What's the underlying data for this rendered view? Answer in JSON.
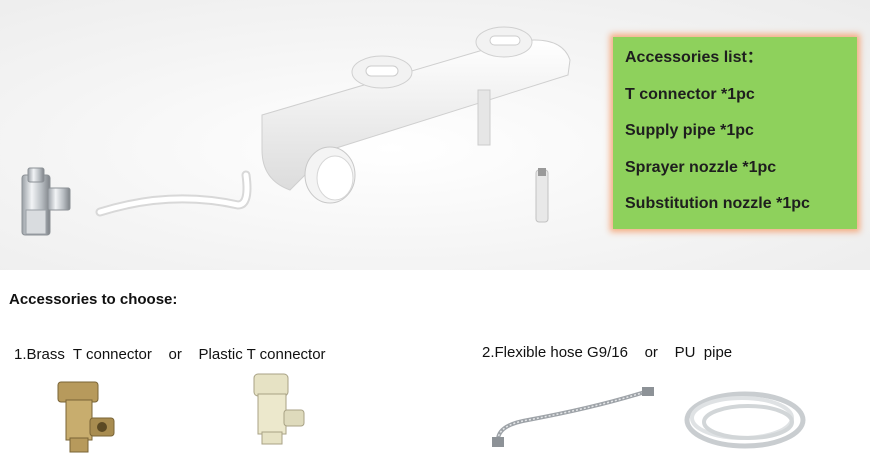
{
  "accessories_list": {
    "title": "Accessories list：",
    "items": [
      "T connector *1pc",
      "Supply pipe *1pc",
      "Sprayer nozzle *1pc",
      "Substitution nozzle *1pc"
    ]
  },
  "choose": {
    "title": "Accessories to choose:",
    "option1": "1.Brass  T connector    or    Plastic T connector",
    "option2": "2.Flexible hose G9/16    or    PU  pipe"
  },
  "colors": {
    "box_fill": "#8ed15c",
    "box_glow": "#f4a06e"
  }
}
